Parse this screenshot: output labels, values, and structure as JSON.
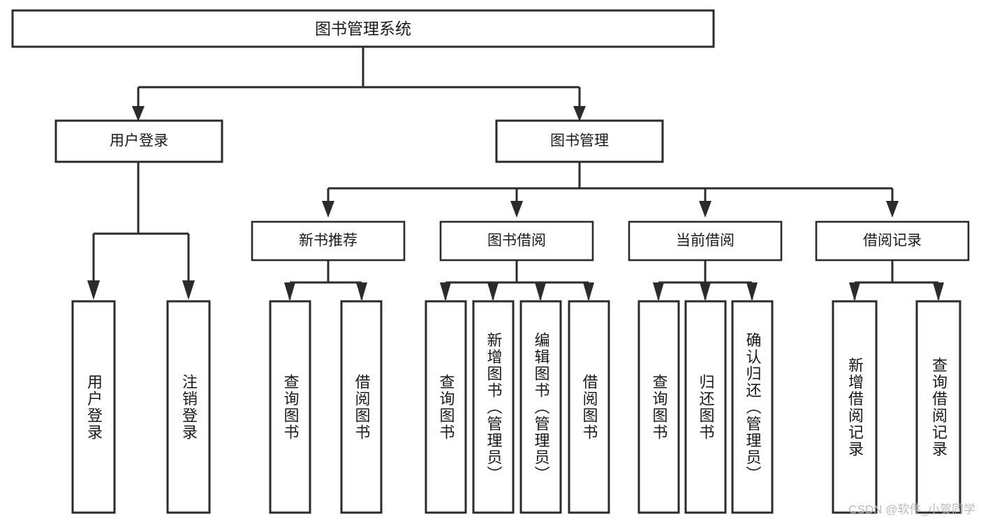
{
  "diagram": {
    "type": "tree-hierarchy",
    "title": "图书管理系统",
    "root": {
      "id": "root",
      "label": "图书管理系统",
      "orientation": "horizontal"
    },
    "level2": [
      {
        "id": "user-login",
        "label": "用户登录",
        "orientation": "horizontal"
      },
      {
        "id": "book-manage",
        "label": "图书管理",
        "orientation": "horizontal"
      }
    ],
    "level3": [
      {
        "id": "new-book-recommend",
        "label": "新书推荐",
        "orientation": "horizontal",
        "parent": "book-manage"
      },
      {
        "id": "book-borrow",
        "label": "图书借阅",
        "orientation": "horizontal",
        "parent": "book-manage"
      },
      {
        "id": "current-borrow",
        "label": "当前借阅",
        "orientation": "horizontal",
        "parent": "book-manage"
      },
      {
        "id": "borrow-record",
        "label": "借阅记录",
        "orientation": "horizontal",
        "parent": "book-manage"
      }
    ],
    "leaves": [
      {
        "id": "leaf-user-login",
        "label": "用户登录",
        "parent": "user-login"
      },
      {
        "id": "leaf-logout-login",
        "label": "注销登录",
        "parent": "user-login"
      },
      {
        "id": "leaf-query-book-1",
        "label": "查询图书",
        "parent": "new-book-recommend"
      },
      {
        "id": "leaf-borrow-book-1",
        "label": "借阅图书",
        "parent": "new-book-recommend"
      },
      {
        "id": "leaf-query-book-2",
        "label": "查询图书",
        "parent": "book-borrow"
      },
      {
        "id": "leaf-add-book",
        "label": "新增图书（管理员）",
        "parent": "book-borrow"
      },
      {
        "id": "leaf-edit-book",
        "label": "编辑图书（管理员）",
        "parent": "book-borrow"
      },
      {
        "id": "leaf-borrow-book-2",
        "label": "借阅图书",
        "parent": "book-borrow"
      },
      {
        "id": "leaf-query-book-3",
        "label": "查询图书",
        "parent": "current-borrow"
      },
      {
        "id": "leaf-return-book",
        "label": "归还图书",
        "parent": "current-borrow"
      },
      {
        "id": "leaf-confirm-return",
        "label": "确认归还（管理员）",
        "parent": "current-borrow"
      },
      {
        "id": "leaf-add-record",
        "label": "新增借阅记录",
        "parent": "borrow-record"
      },
      {
        "id": "leaf-query-record",
        "label": "查询借阅记录",
        "parent": "borrow-record"
      }
    ],
    "colors": {
      "background": "#ffffff",
      "box_fill": "#ffffff",
      "box_stroke": "#2b2b2b",
      "text": "#1a1a1a",
      "watermark": "#b9b9b9"
    }
  },
  "watermark": {
    "text": "CSDN @软件_小贺同学"
  }
}
